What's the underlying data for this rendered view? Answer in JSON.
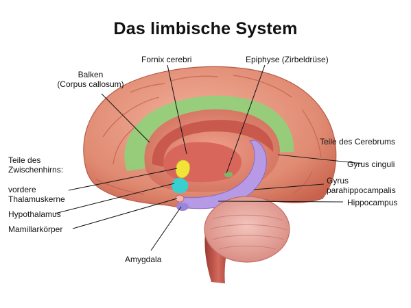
{
  "title": "Das limbische System",
  "labels": {
    "balken": "Balken",
    "corpus_callosum": "(Corpus callosum)",
    "fornix": "Fornix cerebri",
    "epiphyse": "Epiphyse (Zirbeldrüse)",
    "teile_zwischenhirn_1": "Teile des",
    "teile_zwischenhirn_2": "Zwischenhirns:",
    "thalamus_1": "vordere",
    "thalamus_2": "Thalamuskerne",
    "hypothalamus": "Hypothalamus",
    "mamillar": "Mamillarkörper",
    "amygdala": "Amygdala",
    "teile_cerebrum": "Teile des Cerebrums",
    "gyrus_cinguli": "Gyrus cinguli",
    "parahippo_1": "Gyrus",
    "parahippo_2": "parahippocampalis",
    "hippocampus": "Hippocampus"
  },
  "colors": {
    "cortex": "#e8907a",
    "cortex_dark": "#c9604a",
    "gyrus_cinguli": "#8fd07a",
    "hippocampus": "#b69ae6",
    "fornix_area": "#d9665a",
    "thalamus": "#f2e23a",
    "hypothalamus": "#37cfd0",
    "cerebellum": "#e9a8a0",
    "brainstem": "#c0524a",
    "leader_line": "#1a1a1a"
  }
}
